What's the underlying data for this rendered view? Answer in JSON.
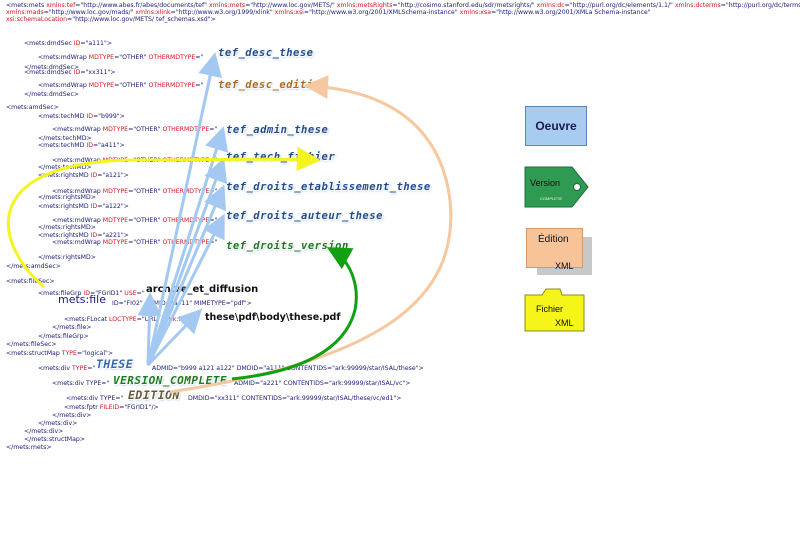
{
  "xml_lines": [
    {
      "indent": 0,
      "parts": [
        [
          "tag",
          "<mets:mets "
        ],
        [
          "att",
          "xmlns:tef"
        ],
        [
          "val",
          "=\"http://www.abes.fr/abes/documents/tef\" "
        ],
        [
          "att",
          "xmlns:mets"
        ],
        [
          "val",
          "=\"http://www.loc.gov/METS/\" "
        ],
        [
          "att",
          "xmlns:metsRights"
        ],
        [
          "val",
          "=\"http://cosimo.stanford.edu/sdr/metsrights/\" "
        ],
        [
          "att",
          "xmlns:dc"
        ],
        [
          "val",
          "=\"http://purl.org/dc/elements/1.1/\" "
        ],
        [
          "att",
          "xmlns:dcterms"
        ],
        [
          "val",
          "=\"http://purl.org/dc/terms/\""
        ]
      ]
    },
    {
      "indent": 0,
      "parts": [
        [
          "att",
          "xmlns:mads"
        ],
        [
          "val",
          "=\"http://www.loc.gov/mads/\" "
        ],
        [
          "att",
          "xmlns:xlink"
        ],
        [
          "val",
          "=\"http://www.w3.org/1999/xlink\" "
        ],
        [
          "att",
          "xmlns:xsi"
        ],
        [
          "val",
          "=\"http://www.w3.org/2001/XMLSchema-instance\" "
        ],
        [
          "att",
          "xmlns:xsa"
        ],
        [
          "val",
          "=\"http://www.w3.org/2001/XMLa Schema-instance\""
        ]
      ]
    },
    {
      "indent": 0,
      "parts": [
        [
          "att",
          "xsi:schemaLocation"
        ],
        [
          "val",
          "=\"http://www.loc.gov/METS/ tef_schemas.xsd\">"
        ]
      ]
    },
    {
      "indent": 1,
      "parts": [
        [
          "tag",
          "<mets:dmdSec "
        ],
        [
          "att",
          "ID"
        ],
        [
          "val",
          "=\"a111\">"
        ]
      ]
    },
    {
      "indent": 2,
      "parts": [
        [
          "tag",
          "<mets:mdWrap "
        ],
        [
          "att",
          "MDTYPE"
        ],
        [
          "val",
          "=\"OTHER\" "
        ],
        [
          "att",
          "OTHERMDTYPE"
        ],
        [
          "val",
          "=\""
        ]
      ]
    },
    {
      "indent": 1,
      "parts": [
        [
          "tag",
          "</mets:dmdSec>"
        ]
      ]
    },
    {
      "indent": 1,
      "parts": [
        [
          "tag",
          "<mets:dmdSec "
        ],
        [
          "att",
          "ID"
        ],
        [
          "val",
          "=\"xx311\">"
        ]
      ]
    },
    {
      "indent": 2,
      "parts": [
        [
          "tag",
          "<mets:mdWrap "
        ],
        [
          "att",
          "MDTYPE"
        ],
        [
          "val",
          "=\"OTHER\" "
        ],
        [
          "att",
          "OTHERMDTYPE"
        ],
        [
          "val",
          "=\""
        ]
      ]
    },
    {
      "indent": 1,
      "parts": [
        [
          "tag",
          "</mets:dmdSec>"
        ]
      ]
    },
    {
      "indent": 0,
      "parts": [
        [
          "tag",
          "<mets:amdSec>"
        ]
      ]
    },
    {
      "indent": 2,
      "parts": [
        [
          "tag",
          "<mets:techMD "
        ],
        [
          "att",
          "ID"
        ],
        [
          "val",
          "=\"b999\">"
        ]
      ]
    },
    {
      "indent": 3,
      "parts": [
        [
          "tag",
          "<mets:mdWrap "
        ],
        [
          "att",
          "MDTYPE"
        ],
        [
          "val",
          "=\"OTHER\" "
        ],
        [
          "att",
          "OTHERMDTYPE"
        ],
        [
          "val",
          "=\""
        ]
      ]
    },
    {
      "indent": 2,
      "parts": [
        [
          "tag",
          "</mets:techMD>"
        ]
      ]
    },
    {
      "indent": 2,
      "parts": [
        [
          "tag",
          "<mets:techMD "
        ],
        [
          "att",
          "ID"
        ],
        [
          "val",
          "=\"a411\">"
        ]
      ]
    },
    {
      "indent": 3,
      "parts": [
        [
          "tag",
          "<mets:mdWrap "
        ],
        [
          "att",
          "MDTYPE"
        ],
        [
          "val",
          "=\"OTHER\" "
        ],
        [
          "att",
          "OTHERMDTYPE"
        ],
        [
          "val",
          "=\""
        ]
      ]
    },
    {
      "indent": 2,
      "parts": [
        [
          "tag",
          "</mets:techMD>"
        ]
      ]
    },
    {
      "indent": 2,
      "parts": [
        [
          "tag",
          "<mets:rightsMD "
        ],
        [
          "att",
          "ID"
        ],
        [
          "val",
          "=\"a121\">"
        ]
      ]
    },
    {
      "indent": 3,
      "parts": [
        [
          "tag",
          "<mets:mdWrap "
        ],
        [
          "att",
          "MDTYPE"
        ],
        [
          "val",
          "=\"OTHER\" "
        ],
        [
          "att",
          "OTHERMDTYPE"
        ],
        [
          "val",
          "=\""
        ]
      ]
    },
    {
      "indent": 2,
      "parts": [
        [
          "tag",
          "</mets:rightsMD>"
        ]
      ]
    },
    {
      "indent": 2,
      "parts": [
        [
          "tag",
          "<mets:rightsMD "
        ],
        [
          "att",
          "ID"
        ],
        [
          "val",
          "=\"a122\">"
        ]
      ]
    },
    {
      "indent": 3,
      "parts": [
        [
          "tag",
          "<mets:mdWrap "
        ],
        [
          "att",
          "MDTYPE"
        ],
        [
          "val",
          "=\"OTHER\" "
        ],
        [
          "att",
          "OTHERMDTYPE"
        ],
        [
          "val",
          "=\""
        ]
      ]
    },
    {
      "indent": 2,
      "parts": [
        [
          "tag",
          "</mets:rightsMD>"
        ]
      ]
    },
    {
      "indent": 2,
      "parts": [
        [
          "tag",
          "<mets:rightsMD "
        ],
        [
          "att",
          "ID"
        ],
        [
          "val",
          "=\"a221\">"
        ]
      ]
    },
    {
      "indent": 3,
      "parts": [
        [
          "tag",
          "<mets:mdWrap "
        ],
        [
          "att",
          "MDTYPE"
        ],
        [
          "val",
          "=\"OTHER\" "
        ],
        [
          "att",
          "OTHERMDTYPE"
        ],
        [
          "val",
          "=\""
        ]
      ]
    },
    {
      "indent": 2,
      "parts": [
        [
          "tag",
          "</mets:rightsMD>"
        ]
      ]
    },
    {
      "indent": 0,
      "parts": [
        [
          "tag",
          "</mets:amdSec>"
        ]
      ]
    },
    {
      "indent": 0,
      "parts": [
        [
          "tag",
          "<mets:fileSec>"
        ]
      ]
    },
    {
      "indent": 2,
      "parts": [
        [
          "tag",
          "<mets:fileGrp "
        ],
        [
          "att",
          "ID"
        ],
        [
          "val",
          "=\"FGrID1\" "
        ],
        [
          "att",
          "USE"
        ],
        [
          "val",
          "=\""
        ]
      ]
    },
    {
      "indent": 3,
      "parts": []
    },
    {
      "indent": 4,
      "parts": [
        [
          "tag",
          "<mets:FLocat "
        ],
        [
          "att",
          "LOCTYPE"
        ],
        [
          "val",
          "=\"URL\" "
        ],
        [
          "att",
          "xlink:href"
        ],
        [
          "val",
          "=\""
        ]
      ]
    },
    {
      "indent": 3,
      "parts": [
        [
          "tag",
          "</mets:file>"
        ]
      ]
    },
    {
      "indent": 2,
      "parts": [
        [
          "tag",
          "</mets:fileGrp>"
        ]
      ]
    },
    {
      "indent": 0,
      "parts": [
        [
          "tag",
          "</mets:fileSec>"
        ]
      ]
    },
    {
      "indent": 0,
      "parts": [
        [
          "tag",
          "<mets:structMap "
        ],
        [
          "att",
          "TYPE"
        ],
        [
          "val",
          "=\"logical\">"
        ]
      ]
    },
    {
      "indent": 2,
      "parts": [
        [
          "tag",
          "<mets:div "
        ],
        [
          "att",
          "TYPE"
        ],
        [
          "val",
          "=\""
        ]
      ]
    },
    {
      "indent": 0,
      "parts": []
    },
    {
      "indent": 0,
      "parts": []
    },
    {
      "indent": 4,
      "parts": [
        [
          "tag",
          "<mets:fptr "
        ],
        [
          "att",
          "FILEID"
        ],
        [
          "val",
          "=\"FGrID1\"/>"
        ]
      ]
    },
    {
      "indent": 3,
      "parts": [
        [
          "tag",
          "</mets:div>"
        ]
      ]
    },
    {
      "indent": 2,
      "parts": [
        [
          "tag",
          "</mets:div>"
        ]
      ]
    },
    {
      "indent": 1,
      "parts": [
        [
          "tag",
          "</mets:div>"
        ]
      ]
    },
    {
      "indent": 1,
      "parts": [
        [
          "tag",
          "</mets:structMap>"
        ]
      ]
    },
    {
      "indent": 0,
      "parts": [
        [
          "tag",
          "</mets:mets>"
        ]
      ]
    }
  ],
  "inline_tails": {
    "file_line_prefix": "mets:file",
    "file_line_attrs": "ID=\"FI02\" ADMID=\"a411\" MIMETYPE=\"pdf\">",
    "div1_tail": "ADMID=\"b999 a121 a122\" DMDID=\"a111\" CONTENTIDS=\"ark:99999/star/ISAL/these\">",
    "div2_prefix": "<mets:div TYPE=\"",
    "div2_tail": "ADMID=\"a221\" CONTENTIDS=\"ark:99999/star/ISAL/vc\">",
    "div3_prefix": "<mets:div TYPE=\"",
    "div3_tail": "DMDID=\"xx311\" CONTENTIDS=\"ark:99999/star/ISAL/these/vc/ed1\">"
  },
  "labels": {
    "tef_desc_these": "tef_desc_these",
    "tef_desc_edition": "tef_desc_edition",
    "tef_admin_these": "tef_admin_these",
    "tef_tech_fichier": "tef_tech_fichier",
    "tef_droits_etablissement_these": "tef_droits_etablissement_these",
    "tef_droits_auteur_these": "tef_droits_auteur_these",
    "tef_droits_version": "tef_droits_version",
    "archive_et_diffusion": "archive_et_diffusion",
    "file_path": "these\\pdf\\body\\these.pdf",
    "these": "THESE",
    "version_complete": "VERSION_COMPLETE",
    "edition": "EDITION"
  },
  "legend": {
    "oeuvre": "Oeuvre",
    "version": "Version",
    "version_sub": "COMPLETE",
    "edition": "Édition",
    "edition_xml": "XML",
    "fichier": "Fichier",
    "fichier_xml": "XML"
  },
  "colors": {
    "oeuvre_fill": "#a8ccf0",
    "version_fill": "#2e9a52",
    "edition_fill": "#f7c49a",
    "edition_shadow": "#c8c8c8",
    "fichier_fill": "#f5f51a",
    "arrow_blue": "#a3c9f2",
    "arrow_orange": "#f6c8a0",
    "arrow_yellow": "#f4f41e",
    "arrow_green": "#10a010"
  }
}
